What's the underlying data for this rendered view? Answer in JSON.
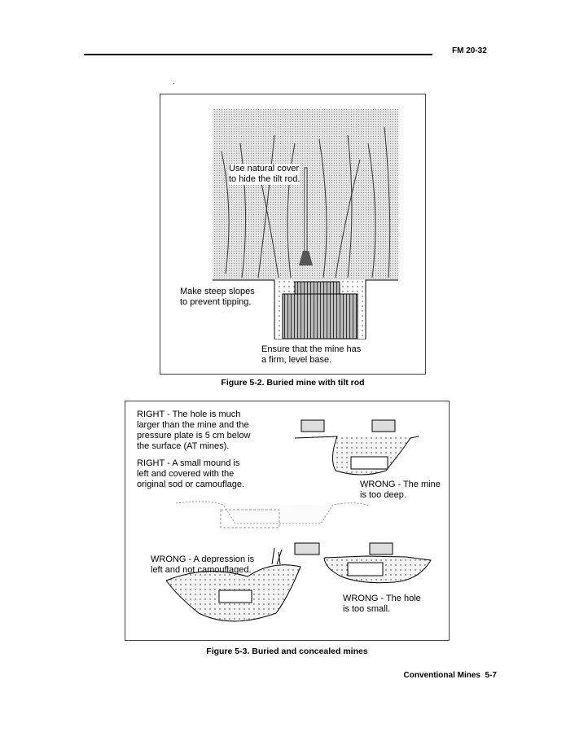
{
  "header": {
    "doc_id": "FM 20-32",
    "dot": "."
  },
  "figure_5_2": {
    "caption": "Figure 5-2. Buried mine with tilt rod",
    "labels": {
      "cover_1": "Use natural cover",
      "cover_2": "to hide the tilt rod.",
      "slopes_1": "Make steep slopes",
      "slopes_2": "to prevent tipping.",
      "base_1": "Ensure that the mine has",
      "base_2": "a firm, level base."
    }
  },
  "figure_5_3": {
    "caption": "Figure 5-3. Buried and concealed mines",
    "labels": {
      "right1": [
        "RIGHT - The hole is much",
        "larger than the mine and the",
        "pressure plate is 5 cm below",
        "the surface (AT mines)."
      ],
      "right2": [
        "RIGHT - A small mound is",
        "left and covered with the",
        "original sod or camouflage."
      ],
      "wrong_deep": [
        "WRONG - The mine",
        "is too deep."
      ],
      "wrong_depression": [
        "WRONG - A depression is",
        "left and not camouflaged."
      ],
      "wrong_small": [
        "WRONG - The hole",
        "is too small."
      ]
    }
  },
  "footer": {
    "chapter": "Conventional Mines  5-7"
  }
}
